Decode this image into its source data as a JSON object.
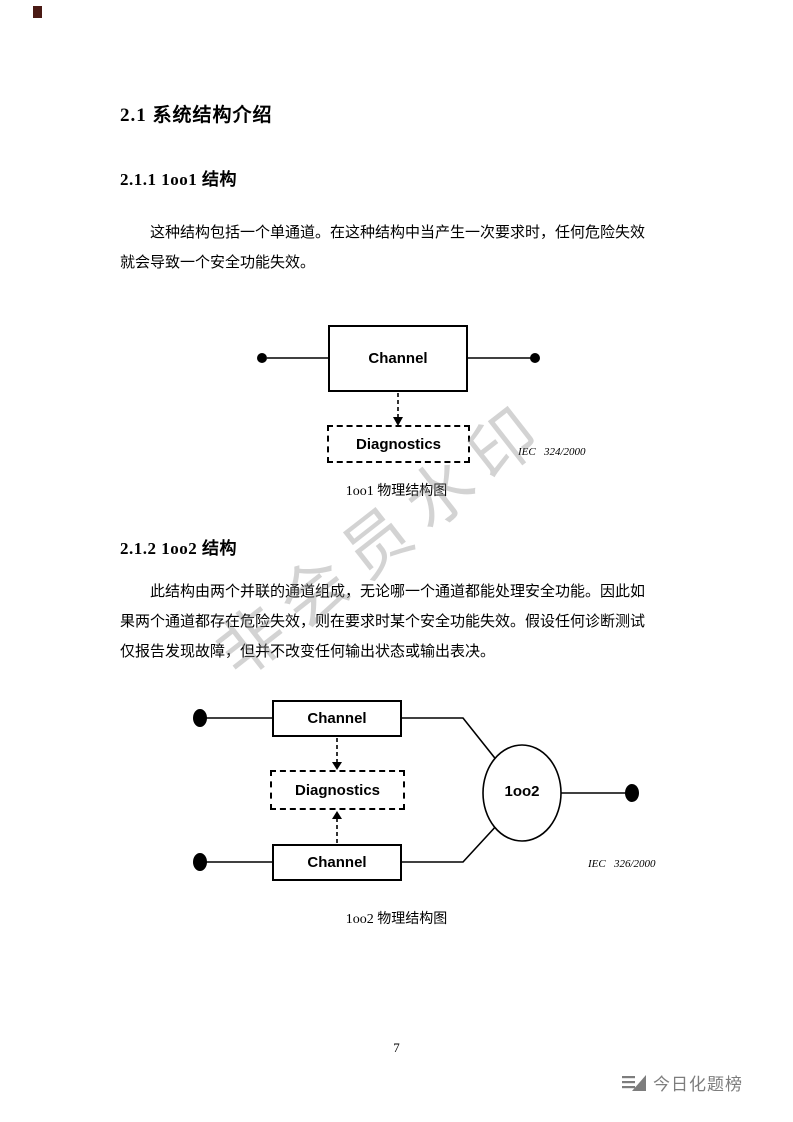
{
  "doc": {
    "section": {
      "title": "2.1  系统结构介绍"
    },
    "sub1": {
      "heading": "2.1.1 1oo1 结构",
      "para_lines": [
        "这种结构包括一个单通道。在这种结构中当产生一次要求时，任何危险失效",
        "就会导致一个安全功能失效。"
      ],
      "diagram": {
        "channel": "Channel",
        "diagnostics": "Diagnostics",
        "ref": "IEC   324/2000",
        "caption": "1oo1 物理结构图"
      }
    },
    "sub2": {
      "heading": "2.1.2 1oo2 结构",
      "para_lines": [
        "此结构由两个并联的通道组成，无论哪一个通道都能处理安全功能。因此如",
        "果两个通道都存在危险失效，则在要求时某个安全功能失效。假设任何诊断测试",
        "仅报告发现故障，但并不改变任何输出状态或输出表决。"
      ],
      "diagram": {
        "channel_top": "Channel",
        "channel_bottom": "Channel",
        "diagnostics": "Diagnostics",
        "voter": "1oo2",
        "ref": "IEC   326/2000",
        "caption": "1oo2 物理结构图"
      }
    },
    "watermark": "非会员水印",
    "page_number": "7",
    "footer": {
      "brand": "今日化题榜"
    }
  }
}
